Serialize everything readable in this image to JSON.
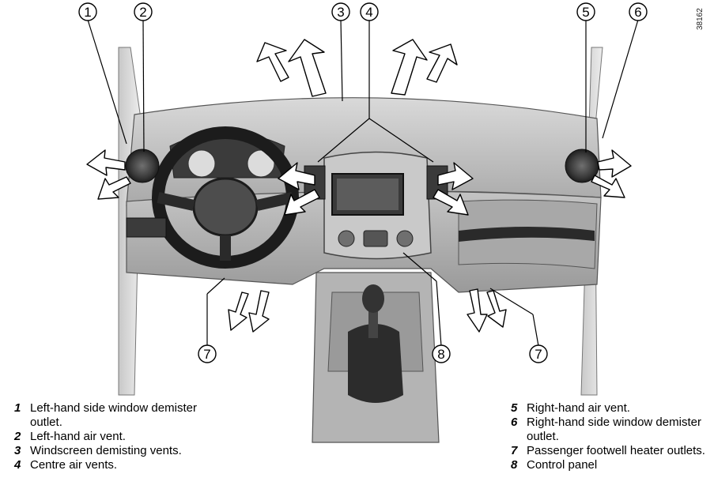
{
  "figure_ref": "38162",
  "callouts": [
    "1",
    "2",
    "3",
    "4",
    "5",
    "6",
    "7",
    "7",
    "8"
  ],
  "legend_left": [
    {
      "num": "1",
      "text": "Left-hand side window demister outlet."
    },
    {
      "num": "2",
      "text": "Left-hand air vent."
    },
    {
      "num": "3",
      "text": "Windscreen demisting vents."
    },
    {
      "num": "4",
      "text": "Centre air vents."
    }
  ],
  "legend_right": [
    {
      "num": "5",
      "text": "Right-hand air vent."
    },
    {
      "num": "6",
      "text": "Right-hand side window demister outlet."
    },
    {
      "num": "7",
      "text": "Passenger footwell heater outlets."
    },
    {
      "num": "8",
      "text": "Control panel"
    }
  ]
}
